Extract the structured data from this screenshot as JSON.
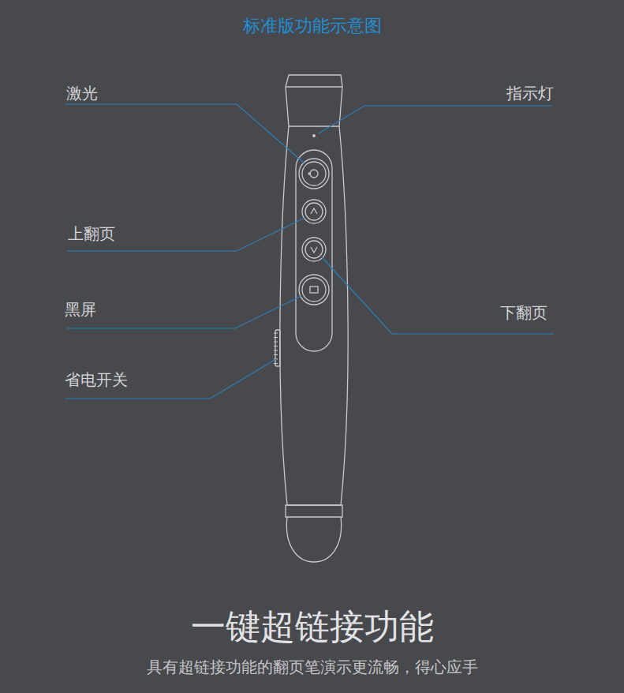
{
  "diagram": {
    "title": "标准版功能示意图",
    "caption": "具有超链接功能的翻页笔演示更流畅，得心应手",
    "labels": [
      "激光",
      "指示灯",
      "上翻页",
      "黑屏",
      "下翻页",
      "省电开关",
      "一键超链接功能"
    ]
  }
}
